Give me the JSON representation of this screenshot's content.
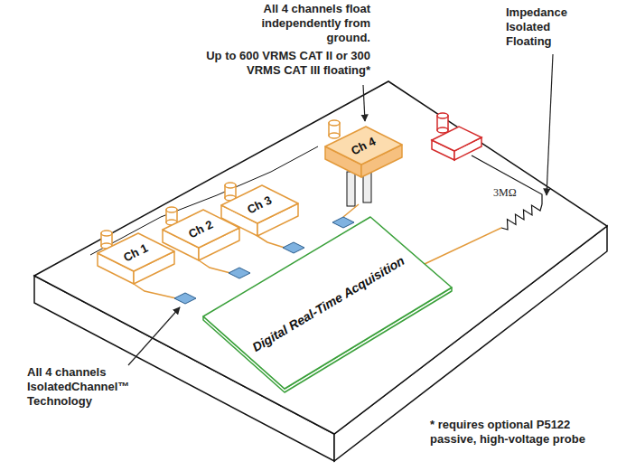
{
  "diagram": {
    "nodes": [
      {
        "text": [
          "Ch 1"
        ]
      },
      {
        "text": [
          "Ch 2"
        ]
      },
      {
        "text": [
          "Ch 3"
        ]
      },
      {
        "text": [
          "Ch 4"
        ]
      },
      {
        "text": [
          "Digital Real-Time Acquisition"
        ]
      }
    ],
    "labels": [
      "All 4 channels float independently from ground.",
      "Up to 600 VRMS CAT II or 300 VRMS CAT III floating*",
      "Impedance Isolated Floating",
      "3MΩ",
      "All 4 channels IsolatedChannel™ Technology",
      "* requires optional P5122 passive, high-voltage probe"
    ]
  }
}
